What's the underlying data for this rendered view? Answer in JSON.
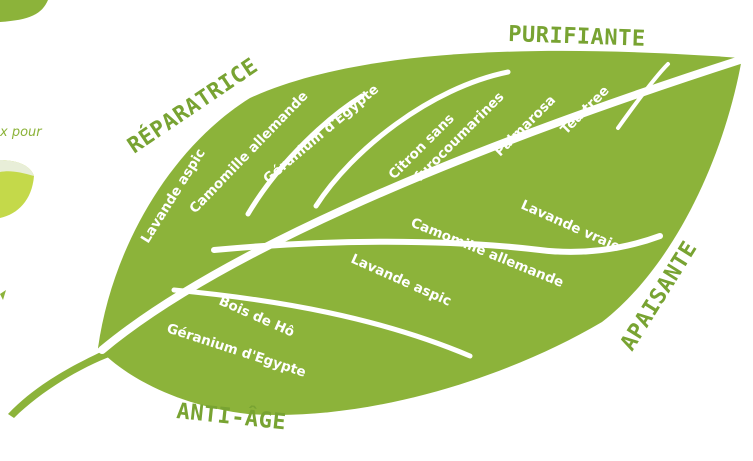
{
  "side_text": "x pour",
  "categories": {
    "reparatrice": "RÉPARATRICE",
    "purifiante": "PURIFIANTE",
    "apaisante": "APAISANTE",
    "anti_age": "ANTI-ÂGE"
  },
  "oils": {
    "reparatrice": [
      "Lavande aspic",
      "Camomille allemande",
      "Géranium d'Egypte"
    ],
    "purifiante": [
      "Citron sans",
      "furocoumarines",
      "Palmarosa",
      "Tea tree"
    ],
    "apaisante": [
      "Lavande vraie",
      "Camomille allemande",
      "Lavande aspic"
    ],
    "anti_age": [
      "Bois de Hô",
      "Géranium d'Egypte"
    ]
  },
  "colors": {
    "leaf": "#8cb33a",
    "vein": "#ffffff",
    "accent": "#78a332",
    "bowl": "#c4d94a"
  }
}
